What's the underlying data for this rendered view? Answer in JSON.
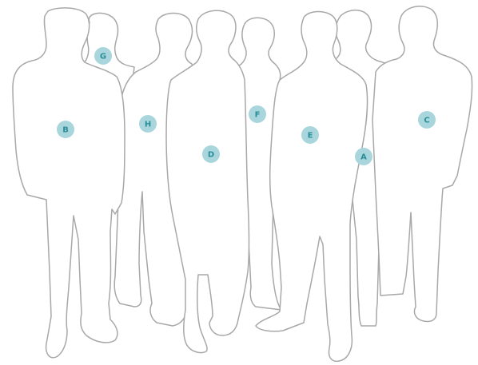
{
  "colors": {
    "outline": "#a8a8a8",
    "marker_fill": "#a9d6dc",
    "marker_text": "#2a8d98"
  },
  "labels": {
    "A": "A",
    "B": "B",
    "C": "C",
    "D": "D",
    "E": "E",
    "F": "F",
    "G": "G",
    "H": "H"
  }
}
